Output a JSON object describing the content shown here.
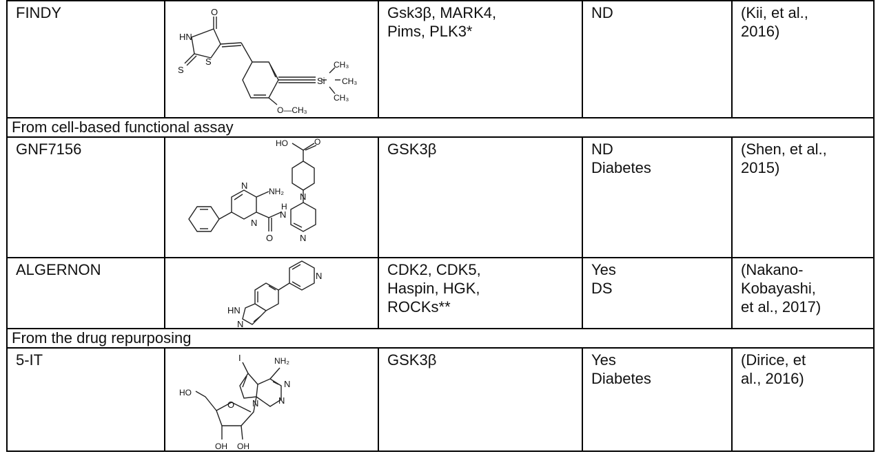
{
  "sections": [
    {
      "label": "From cell-based functional assay"
    },
    {
      "label": "From the drug repurposing"
    }
  ],
  "rows": [
    {
      "name": "FINDY",
      "targets": [
        "Gsk3β, MARK4,",
        "Pims, PLK3*"
      ],
      "activity": [
        "ND"
      ],
      "reference": [
        "(Kii, et al.,",
        "2016)"
      ],
      "structure_labels": {
        "o": "O",
        "hn": "HN",
        "s1": "S",
        "s2": "S",
        "ch3a": "CH₃",
        "si": "Si",
        "ch3b": "CH₃",
        "ch3c": "CH₃",
        "och3": "O—CH₃"
      }
    },
    {
      "name": "GNF7156",
      "targets": [
        "GSK3β"
      ],
      "activity": [
        "ND",
        "Diabetes"
      ],
      "reference": [
        "(Shen, et al.,",
        "2015)"
      ],
      "structure_labels": {
        "ho": "HO",
        "o": "O",
        "n1": "N",
        "nh2": "NH₂",
        "n2": "N",
        "h": "H",
        "n3": "N",
        "o2": "O",
        "n4": "N",
        "n5": "N"
      }
    },
    {
      "name": "ALGERNON",
      "targets": [
        "CDK2, CDK5,",
        "Haspin, HGK,",
        "ROCKs**"
      ],
      "activity": [
        "Yes",
        "DS"
      ],
      "reference": [
        "(Nakano-",
        "Kobayashi,",
        "et al., 2017)"
      ],
      "structure_labels": {
        "n1": "N",
        "hn": "HN",
        "n2": "N"
      }
    },
    {
      "name": "5-IT",
      "targets": [
        "GSK3β"
      ],
      "activity": [
        "Yes",
        "Diabetes"
      ],
      "reference": [
        "(Dirice, et",
        "al., 2016)"
      ],
      "structure_labels": {
        "nh2": "NH₂",
        "i": "I",
        "n1": "N",
        "n2": "N",
        "n3": "N",
        "ho": "HO",
        "o": "O",
        "oh1": "OH",
        "oh2": "OH"
      }
    }
  ]
}
